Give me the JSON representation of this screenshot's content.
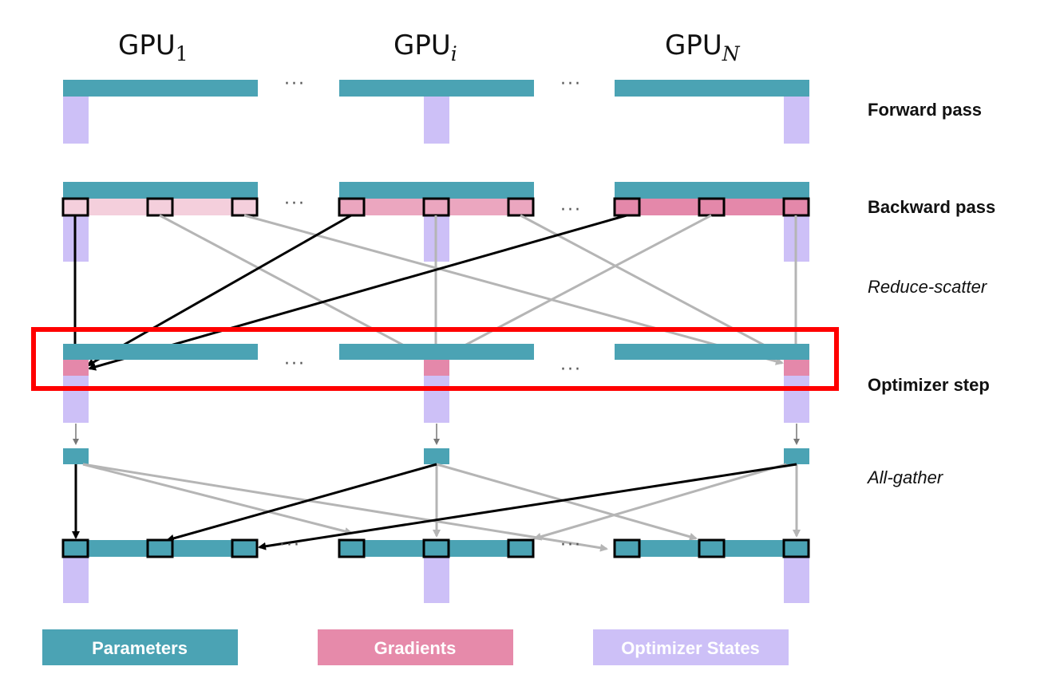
{
  "gpus": [
    {
      "base": "GPU",
      "sub": "1",
      "sub_italic": false
    },
    {
      "base": "GPU",
      "sub": "i",
      "sub_italic": true
    },
    {
      "base": "GPU",
      "sub": "N",
      "sub_italic": true
    }
  ],
  "steps": {
    "forward": "Forward pass",
    "backward": "Backward pass",
    "reduce_scatter": "Reduce-scatter",
    "optimizer": "Optimizer step",
    "all_gather": "All-gather"
  },
  "ellipsis": "···",
  "legend": [
    {
      "label": "Parameters",
      "color": "#4ba3b4"
    },
    {
      "label": "Gradients",
      "color": "#e68aaa"
    },
    {
      "label": "Optimizer States",
      "color": "#cdc0f7"
    }
  ],
  "colors": {
    "parameters": "#4ba3b4",
    "gradients_light": "#f4cfdc",
    "gradients_mid": "#eba6bf",
    "gradients_dark": "#e488aa",
    "optimizer_states": "#cdc0f7",
    "arrow_active": "#000000",
    "arrow_inactive": "#b5b5b5",
    "highlight": "#ff0000"
  }
}
